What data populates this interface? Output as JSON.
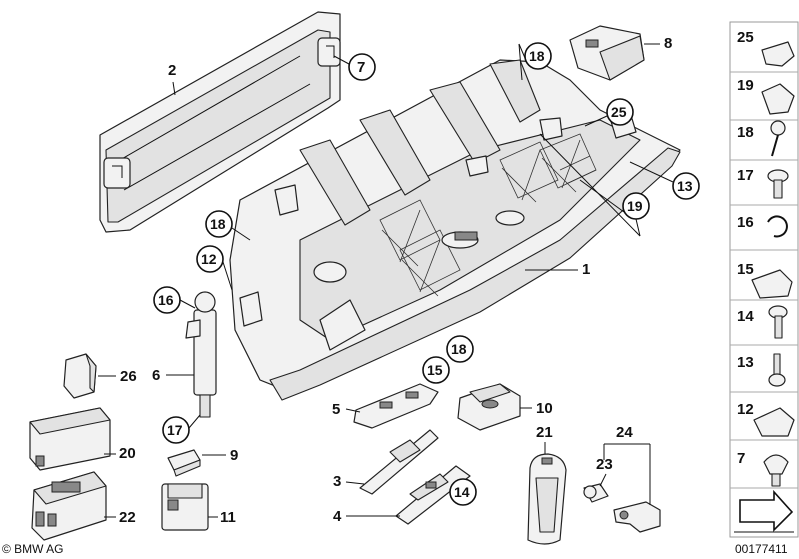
{
  "footer": {
    "copyright": "© BMW AG",
    "diagram_number": "00177411"
  },
  "callouts": {
    "n1": "1",
    "n2": "2",
    "n3": "3",
    "n4": "4",
    "n5": "5",
    "n6": "6",
    "n7": "7",
    "n8": "8",
    "n9": "9",
    "n10": "10",
    "n11": "11",
    "n12": "12",
    "n13": "13",
    "n14": "14",
    "n15": "15",
    "n16": "16",
    "n17": "17",
    "n18": "18",
    "n19": "19",
    "n20": "20",
    "n21": "21",
    "n22": "22",
    "n23": "23",
    "n24": "24",
    "n25": "25",
    "n26": "26"
  },
  "sidebar": {
    "items": [
      "25",
      "19",
      "18",
      "17",
      "16",
      "15",
      "14",
      "13",
      "12",
      "7"
    ]
  }
}
